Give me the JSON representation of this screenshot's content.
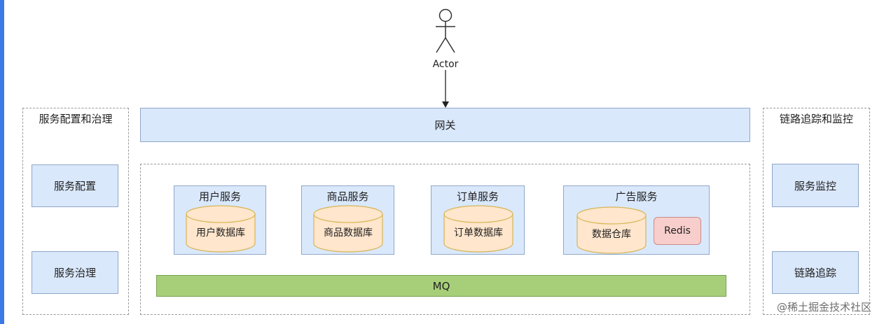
{
  "actor": {
    "label": "Actor"
  },
  "gateway": {
    "label": "网关"
  },
  "left_group": {
    "title": "服务配置和治理",
    "items": [
      "服务配置",
      "服务治理"
    ]
  },
  "right_group": {
    "title": "链路追踪和监控",
    "items": [
      "服务监控",
      "链路追踪"
    ]
  },
  "services": [
    {
      "title": "用户服务",
      "db": "用户数据库"
    },
    {
      "title": "商品服务",
      "db": "商品数据库"
    },
    {
      "title": "订单服务",
      "db": "订单数据库"
    },
    {
      "title": "广告服务",
      "db": "数据仓库",
      "cache": "Redis"
    }
  ],
  "mq": {
    "label": "MQ"
  },
  "watermark": "@稀土掘金技术社区",
  "colors": {
    "service_fill": "#dae8fc",
    "db_fill": "#ffe6cc",
    "redis_fill": "#f8cecc",
    "mq_fill": "#a7cf79"
  }
}
